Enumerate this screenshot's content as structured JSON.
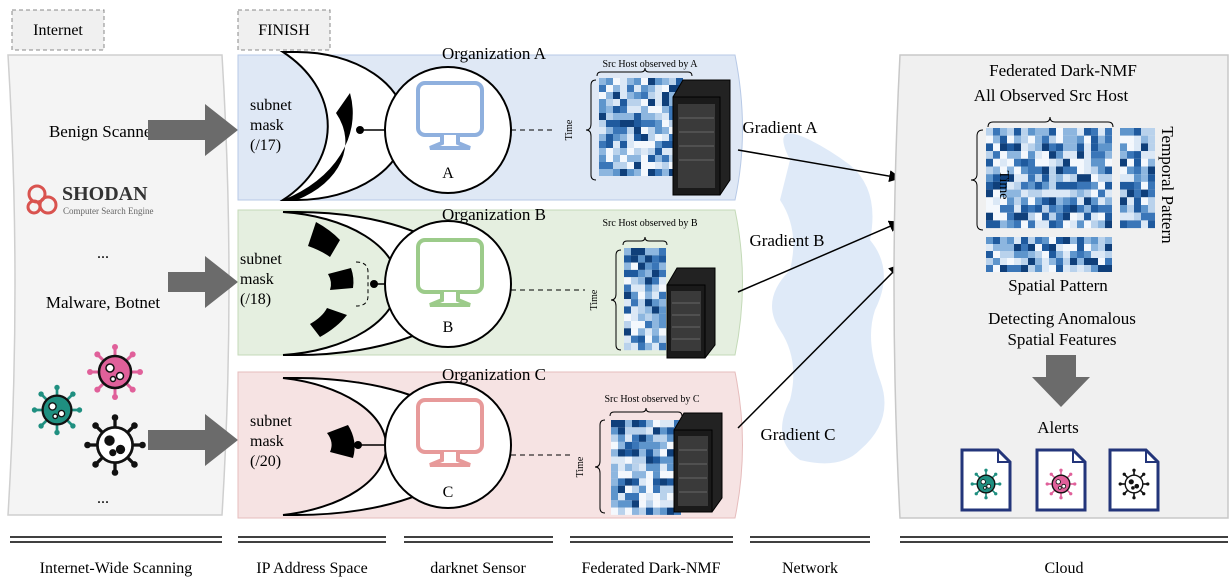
{
  "tags": {
    "internet": "Internet",
    "finish": "FINISH"
  },
  "internet_panel": {
    "benign_scanner": "Benign Scanner",
    "shodan_name": "SHODAN",
    "shodan_tagline": "Computer Search Engine",
    "ellipsis_top": "...",
    "malware_botnet": "Malware, Botnet",
    "ellipsis_bottom": "..."
  },
  "organizations": [
    {
      "title": "Organization A",
      "subnet_line1": "subnet",
      "subnet_line2": "mask",
      "subnet_prefix": "(/17)",
      "sensor_label": "A",
      "src_host_label": "Src Host observed by A",
      "time_label": "Time",
      "gradient": "Gradient A",
      "color": "#dfe8f5",
      "border": "#b7c9e6",
      "monitor": "#8fb0de"
    },
    {
      "title": "Organization B",
      "subnet_line1": "subnet",
      "subnet_line2": "mask",
      "subnet_prefix": "(/18)",
      "sensor_label": "B",
      "src_host_label": "Src Host observed by B",
      "time_label": "Time",
      "gradient": "Gradient B",
      "color": "#e5efe0",
      "border": "#c4dab8",
      "monitor": "#9ccb8a"
    },
    {
      "title": "Organization C",
      "subnet_line1": "subnet",
      "subnet_line2": "mask",
      "subnet_prefix": "(/20)",
      "sensor_label": "C",
      "src_host_label": "Src Host observed by C",
      "time_label": "Time",
      "gradient": "Gradient C",
      "color": "#f6e3e3",
      "border": "#e6bcbc",
      "monitor": "#e79a9a"
    }
  ],
  "cloud": {
    "title": "Federated Dark-NMF",
    "all_observed": "All Observed Src Host",
    "time_label": "Time",
    "temporal_pattern": "Temporal Pattern",
    "spatial_pattern": "Spatial Pattern",
    "detecting_line1": "Detecting Anomalous",
    "detecting_line2": "Spatial Features",
    "alerts": "Alerts"
  },
  "footer": [
    "Internet-Wide Scanning",
    "IP Address Space",
    "darknet Sensor",
    "Federated Dark-NMF",
    "Network",
    "Cloud"
  ],
  "colors": {
    "matrix_dark": "#1f5a9e",
    "arrow_gray": "#6b6b6b",
    "virus_teal": "#1f8f80",
    "virus_pink": "#e0609a"
  }
}
